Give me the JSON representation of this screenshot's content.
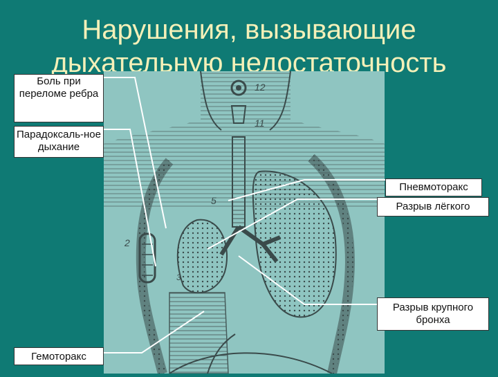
{
  "title": {
    "line1": "Нарушения, вызывающие",
    "line2": "дыхательную недостаточность"
  },
  "labels": {
    "rib_fracture_pain": "Боль при переломе ребра",
    "paradoxical_breathing": "Парадоксаль-ное дыхание",
    "pneumothorax": "Пневмоторакс",
    "lung_rupture": "Разрыв лёгкого",
    "bronchus_rupture": "Разрыв крупного бронха",
    "hemothorax": "Гемоторакс"
  },
  "figure": {
    "numbers": [
      "12",
      "11",
      "5",
      "2",
      "3"
    ]
  },
  "colors": {
    "background": "#0f7a74",
    "title": "#f4f0b8",
    "figure_bg": "#8fc5c1",
    "ink": "#3a4a4a",
    "label_bg": "#ffffff"
  }
}
